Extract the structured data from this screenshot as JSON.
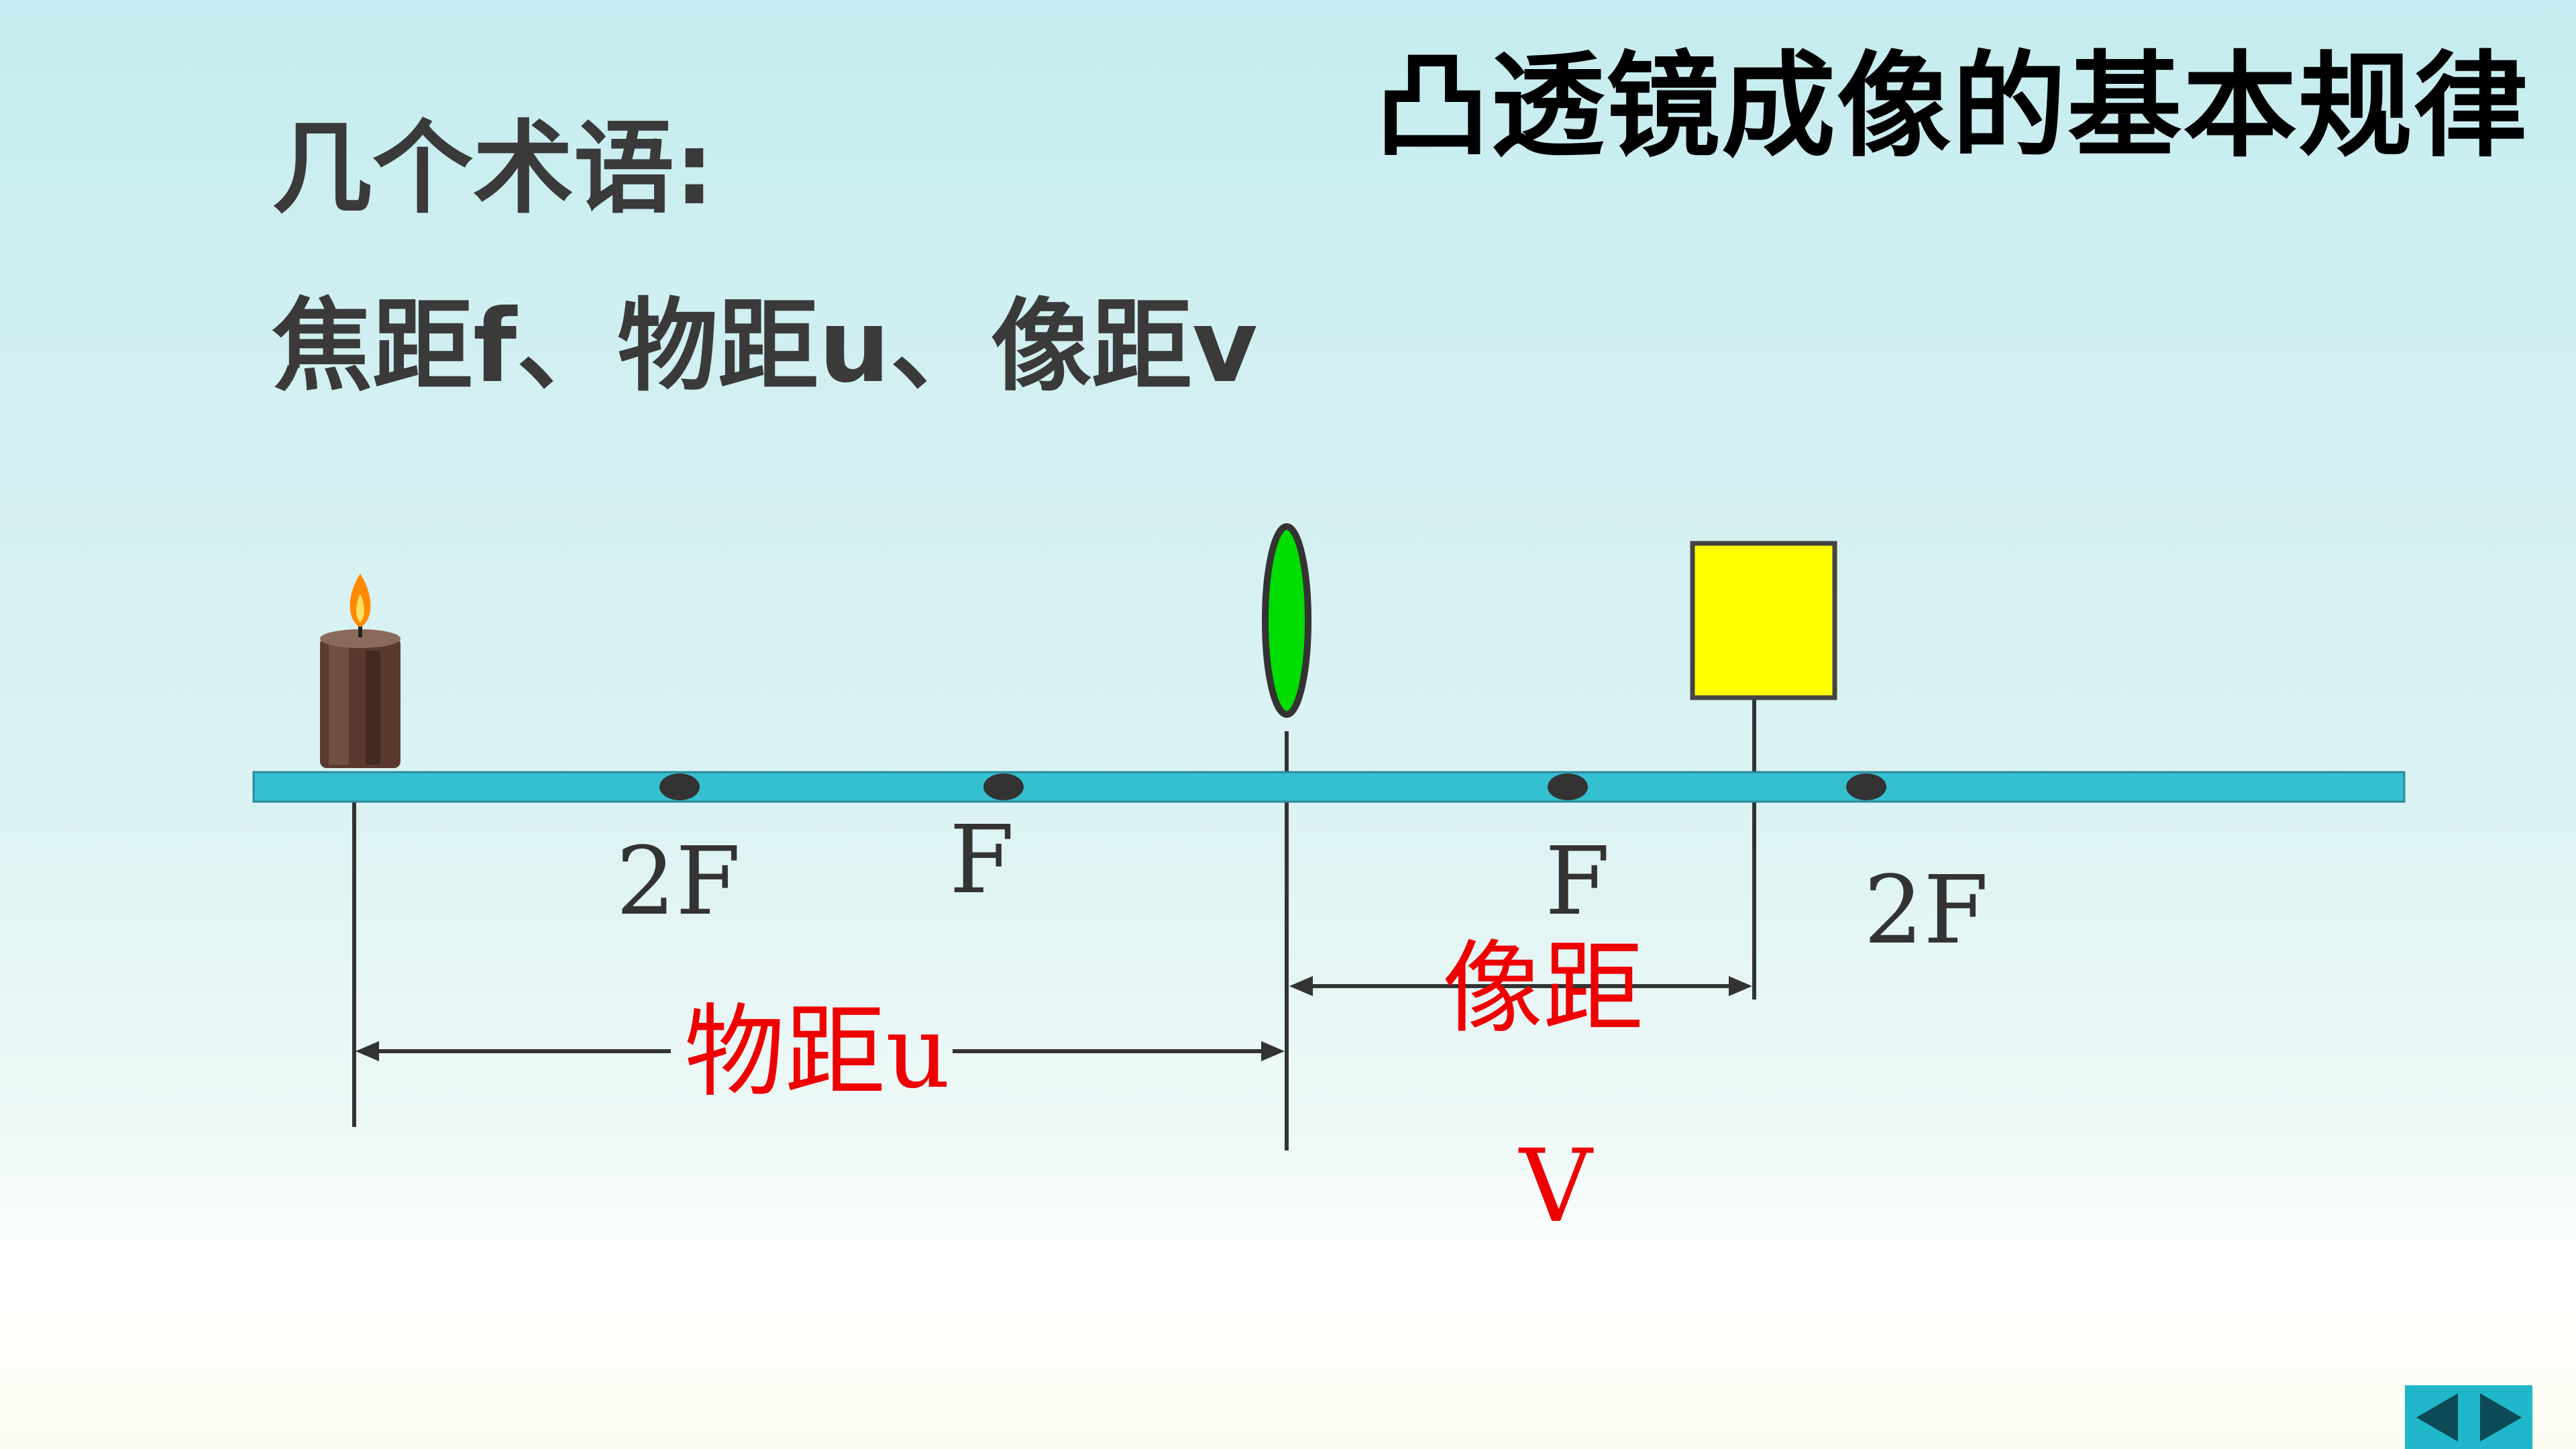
{
  "title": "凸透镜成像的基本规律",
  "subtitle": "几个术语:",
  "terms": "焦距f、物距u、像距v",
  "diagram": {
    "focal_labels": [
      "2F",
      "F",
      "F",
      "2F"
    ],
    "object_distance_label": "物距u",
    "image_distance_label": "像距",
    "image_distance_symbol": "V",
    "colors": {
      "axis": "#35c0d0",
      "lens": "#00dd00",
      "screen": "#ffff00",
      "label_red": "#ee0000",
      "label_dark": "#333333"
    }
  },
  "nav": {
    "prev": "previous-arrow",
    "next": "next-arrow"
  }
}
